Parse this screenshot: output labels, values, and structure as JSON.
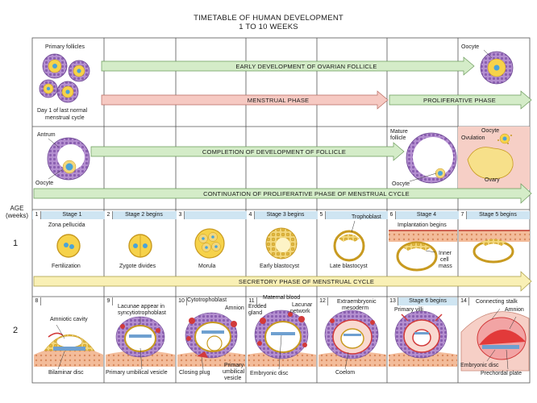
{
  "title": {
    "line1": "TIMETABLE OF HUMAN DEVELOPMENT",
    "line2": "1 TO 10 WEEKS"
  },
  "age_axis": {
    "label_age": "AGE",
    "label_unit": "(weeks)",
    "week1": "1",
    "week2": "2"
  },
  "arrows": {
    "ovarian": "EARLY DEVELOPMENT OF OVARIAN FOLLICLE",
    "menstrual": "MENSTRUAL PHASE",
    "proliferative": "PROLIFERATIVE PHASE",
    "follicle": "COMPLETION OF DEVELOPMENT OF FOLLICLE",
    "continuation": "CONTINUATION OF PROLIFERATIVE PHASE OF MENSTRUAL CYCLE",
    "secretory": "SECRETORY PHASE OF MENSTRUAL CYCLE"
  },
  "labels": {
    "primary_follicles": "Primary follicles",
    "day1_a": "Day 1 of last normal",
    "day1_b": "menstrual cycle",
    "oocyte_top": "Oocyte",
    "antrum": "Antrum",
    "oocyte_left": "Oocyte",
    "mature_a": "Mature",
    "mature_b": "follicle",
    "oocyte_mature": "Oocyte",
    "oocyte_ovulation": "Oocyte",
    "ovulation": "Ovulation",
    "ovary": "Ovary",
    "zona": "Zona pellucida",
    "fertilization": "Fertilization",
    "zygote": "Zygote divides",
    "morula": "Morula",
    "early_blast": "Early blastocyst",
    "trophoblast": "Trophoblast",
    "late_blast": "Late blastocyst",
    "implantation": "Implantation begins",
    "inner_a": "Inner",
    "inner_b": "cell",
    "inner_c": "mass",
    "amniotic": "Amniotic cavity",
    "bilaminar": "Bilaminar disc",
    "lacunae_a": "Lacunae appear in",
    "lacunae_b": "syncytiotrophoblast",
    "primary_umb": "Primary umbilical vesicle",
    "cytotroph": "Cytotrophoblast",
    "amnion10": "Amnion",
    "closing": "Closing plug",
    "primary_umb_a": "Primary",
    "primary_umb_b": "umbilical",
    "primary_umb_c": "vesicle",
    "maternal": "Maternal blood",
    "eroded_a": "Eroded",
    "eroded_b": "gland",
    "lacunar_a": "Lacunar",
    "lacunar_b": "network",
    "embryonic11": "Embryonic disc",
    "extra_a": "Extraembryonic",
    "extra_b": "mesoderm",
    "coelom": "Coelom",
    "primary_villi": "Primary villi",
    "connecting": "Connecting stalk",
    "amnion14": "Amnion",
    "embryonic14": "Embryonic disc",
    "prechordal": "Prechordal plate"
  },
  "days": {
    "week1": [
      {
        "num": "1",
        "stage": "Stage 1"
      },
      {
        "num": "2",
        "stage": "Stage 2 begins"
      },
      {
        "num": "3",
        "stage": ""
      },
      {
        "num": "4",
        "stage": "Stage 3 begins"
      },
      {
        "num": "5",
        "stage": ""
      },
      {
        "num": "6",
        "stage": "Stage 4"
      },
      {
        "num": "7",
        "stage": "Stage 5 begins"
      }
    ],
    "week2": [
      {
        "num": "8",
        "stage": ""
      },
      {
        "num": "9",
        "stage": ""
      },
      {
        "num": "10",
        "stage": ""
      },
      {
        "num": "11",
        "stage": ""
      },
      {
        "num": "12",
        "stage": ""
      },
      {
        "num": "13",
        "stage": "Stage 6 begins"
      },
      {
        "num": "14",
        "stage": ""
      }
    ]
  },
  "colors": {
    "arrow_fill": "#d4ecc8",
    "arrow_pink": "#f6c9c2",
    "stage_blue": "#cfe5f2",
    "follicle_purple": "#9a72b8",
    "oocyte_yellow": "#f6d24a",
    "nucleus_blue": "#4aa3d8",
    "tissue_red": "#d23a3a",
    "ovary_pink": "#f6cfc6"
  }
}
